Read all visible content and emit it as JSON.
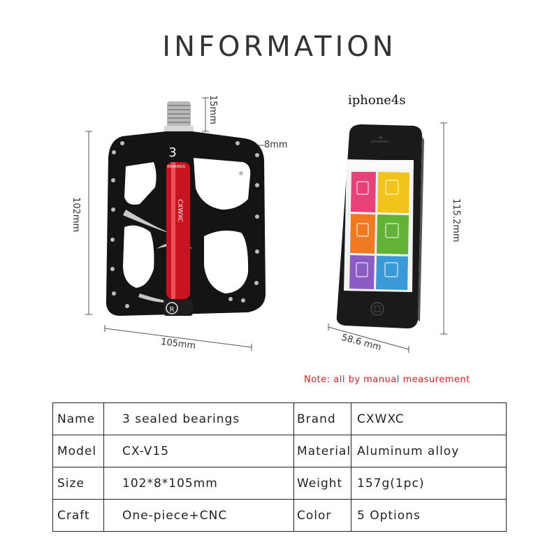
{
  "heading": "INFORMATION",
  "dimensions": {
    "spindle": "15mm",
    "thickness": "8mm",
    "height": "102mm",
    "width": "105mm",
    "phone_height": "115.2mm",
    "phone_width": "58.6 mm"
  },
  "pedal_marks": {
    "logo_number": "3",
    "logo_text": "BEARINGS",
    "axle_brand": "CXWXC",
    "badge": "R"
  },
  "phone_label": "iphone4s",
  "note": "Note: all by manual measurement",
  "specs": [
    {
      "label": "Name",
      "value": "3 sealed bearings",
      "label2": "Brand",
      "value2": "CXWXC"
    },
    {
      "label": "Model",
      "value": "CX-V15",
      "label2": "Material",
      "value2": "Aluminum alloy"
    },
    {
      "label": "Size",
      "value": "102*8*105mm",
      "label2": "Weight",
      "value2": "157g(1pc)"
    },
    {
      "label": "Craft",
      "value": "One-piece+CNC",
      "label2": "Color",
      "value2": "5 Options"
    }
  ],
  "colors": {
    "pedal_body": "#141414",
    "axle": "#c8141e",
    "note": "#e02020",
    "tile_pink": "#e8417a",
    "tile_yellow": "#f2c318",
    "tile_orange": "#f07a22",
    "tile_green": "#62b335",
    "tile_purple": "#8b5cc4",
    "tile_blue": "#3a9ad9"
  }
}
